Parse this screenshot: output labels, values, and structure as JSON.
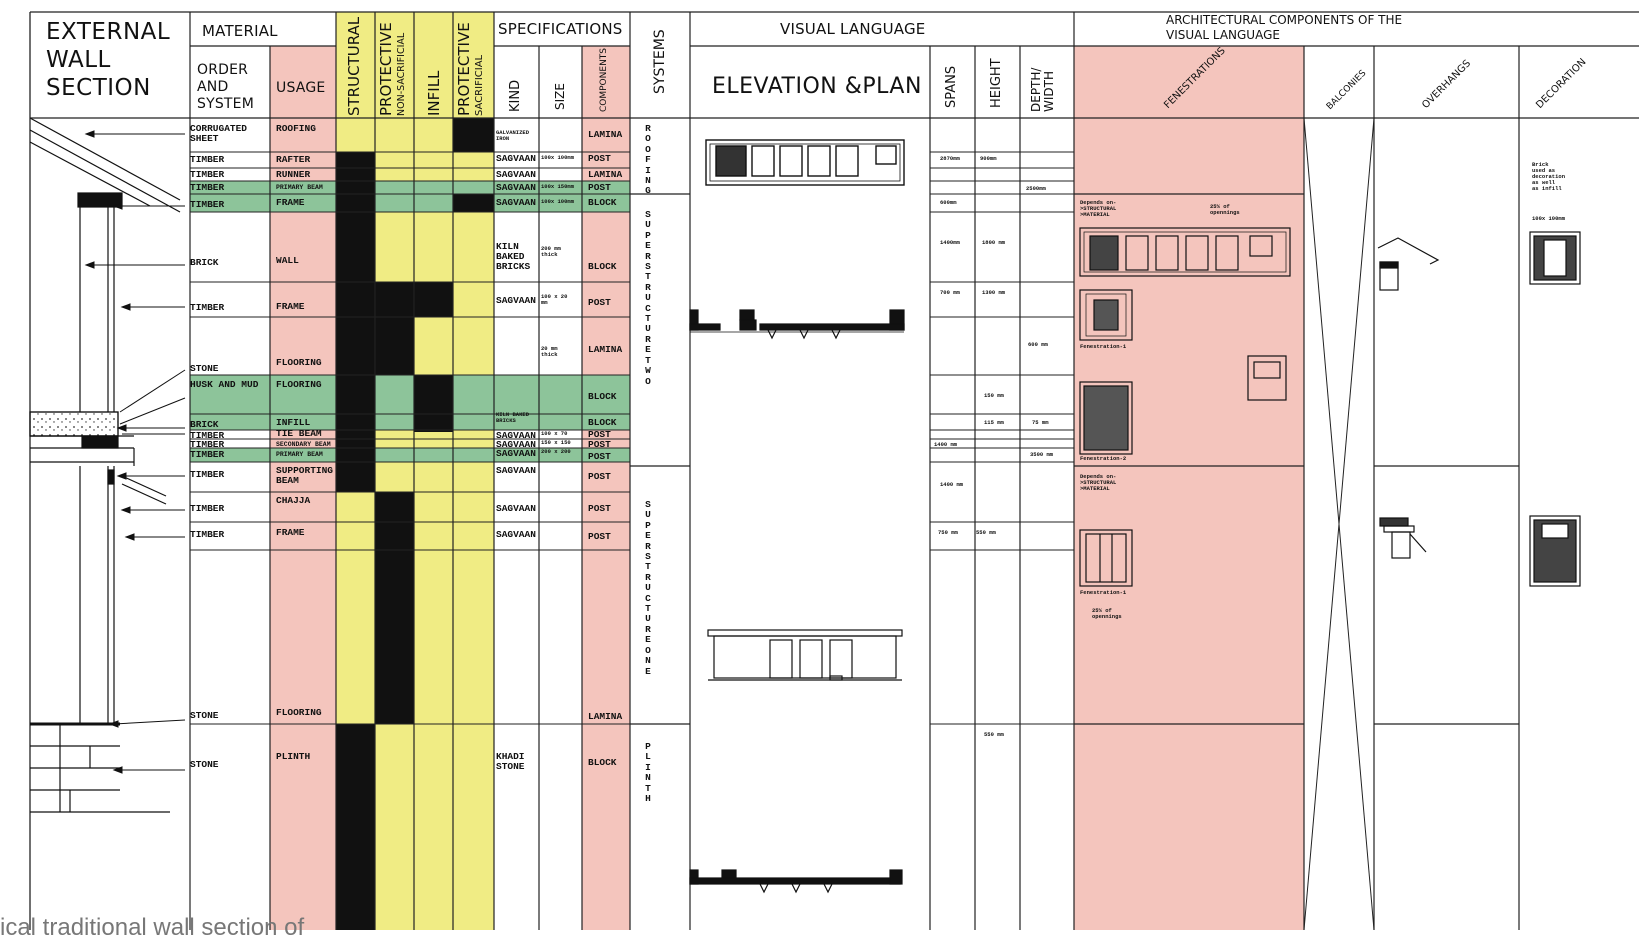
{
  "header": {
    "section_title": "EXTERNAL WALL SECTION",
    "section_title_lines": [
      "EXTERNAL",
      "WALL",
      "SECTION"
    ],
    "material": "MATERIAL",
    "order_and_system": [
      "ORDER",
      "AND",
      "SYSTEM"
    ],
    "usage": "USAGE",
    "structural": "STRUCTURAL",
    "protective": "PROTECTIVE",
    "non_sacrificial": "NON-SACRIFICIAL",
    "infill": "INFILL",
    "sacrificial": "SACRIFICIAL",
    "specifications": "SPECIFICATIONS",
    "kind": "KIND",
    "size": "SIZE",
    "components": "COMPONENTS",
    "systems": "SYSTEMS",
    "visual_language": "VISUAL LANGUAGE",
    "elevation_plan": "ELEVATION &PLAN",
    "spans": "SPANS",
    "height": "HEIGHT",
    "depth_width": [
      "DEPTH/",
      "WIDTH"
    ],
    "arch_components": [
      "ARCHITECTURAL COMPONENTS OF THE",
      "VISUAL LANGUAGE"
    ],
    "fenestrations": "FENESTRATIONS",
    "balconies": "BALCONIES",
    "overhangs": "OVERHANGS",
    "decoration": "DECORATION"
  },
  "rows": [
    {
      "order": "CORRUGATED SHEET",
      "usage": "ROOFING",
      "kind": "GALVANIZED IRON",
      "size": "",
      "component": "LAMINA"
    },
    {
      "order": "TIMBER",
      "usage": "RAFTER",
      "kind": "SAGVAAN",
      "size": "100x 100mm",
      "component": "POST"
    },
    {
      "order": "TIMBER",
      "usage": "RUNNER",
      "kind": "SAGVAAN",
      "size": "",
      "component": "LAMINA"
    },
    {
      "order": "TIMBER",
      "usage": "PRIMARY BEAM",
      "kind": "SAGVAAN",
      "size": "100x 150mm",
      "component": "POST"
    },
    {
      "order": "TIMBER",
      "usage": "FRAME",
      "kind": "SAGVAAN",
      "size": "100x 100mm",
      "component": "BLOCK"
    },
    {
      "order": "BRICK",
      "usage": "WALL",
      "kind": "KILN BAKED BRICKS",
      "size": "200 mm thick",
      "component": "BLOCK"
    },
    {
      "order": "TIMBER",
      "usage": "FRAME",
      "kind": "SAGVAAN",
      "size": "100 x 20 mm",
      "component": "POST"
    },
    {
      "order": "STONE",
      "usage": "FLOORING",
      "kind": "",
      "size": "20 mm thick",
      "component": "LAMINA"
    },
    {
      "order": "HUSK AND MUD",
      "usage": "FLOORING",
      "kind": "",
      "size": "",
      "component": "BLOCK"
    },
    {
      "order": "BRICK",
      "usage": "INFILL",
      "kind": "KILN BAKED BRICKS",
      "size": "",
      "component": "BLOCK"
    },
    {
      "order": "TIMBER",
      "usage": "TIE BEAM",
      "kind": "SAGVAAN",
      "size": "100 x 70",
      "component": "POST"
    },
    {
      "order": "TIMBER",
      "usage": "SECONDARY BEAM",
      "kind": "SAGVAAN",
      "size": "150 x 150",
      "component": "POST"
    },
    {
      "order": "TIMBER",
      "usage": "PRIMARY BEAM",
      "kind": "SAGVAAN",
      "size": "200 x 200",
      "component": "POST"
    },
    {
      "order": "TIMBER",
      "usage": "SUPPORTING BEAM",
      "kind": "SAGVAAN",
      "size": "",
      "component": "POST"
    },
    {
      "order": "TIMBER",
      "usage": "CHAJJA",
      "kind": "SAGVAAN",
      "size": "",
      "component": "POST"
    },
    {
      "order": "TIMBER",
      "usage": "FRAME",
      "kind": "SAGVAAN",
      "size": "",
      "component": "POST"
    },
    {
      "order": "STONE",
      "usage": "FLOORING",
      "kind": "",
      "size": "",
      "component": "LAMINA"
    },
    {
      "order": "STONE",
      "usage": "PLINTH",
      "kind": "KHADI STONE",
      "size": "",
      "component": "BLOCK"
    }
  ],
  "small_size_note": "100x 100mm",
  "systems": {
    "roofing": "ROOFING",
    "superstructure_two": "SUPERSTRUCTURE TWO",
    "superstructure_one": "SUPERSTRUCTURE ONE",
    "plinth": "PLINTH"
  },
  "dimensions": {
    "spans": [
      "2870mm",
      "600mm",
      "1400mm",
      "700 mm",
      "1400 mm",
      "1400 mm",
      "750 mm"
    ],
    "heights": [
      "900mm",
      "1800 mm",
      "1300 mm",
      "150 mm",
      "115 mm",
      "550 mm",
      "550 mm"
    ],
    "depths": [
      "2500mm",
      "600 mm",
      "75 mm",
      "3500 mm"
    ]
  },
  "fenestration_notes": {
    "depends_upper": [
      "Depends on-",
      ">STRUCTURAL",
      ">MATERIAL"
    ],
    "openings_upper": [
      "25% of",
      "opennings"
    ],
    "fen1": "Fenestration-1",
    "fen2": "Fenestration-2",
    "depends_lower": [
      "Depends on-",
      ">STRUCTURAL",
      ">MATERIAL"
    ],
    "fen1_lower": "Fenestration-1",
    "openings_lower": [
      "25% of",
      "opennings"
    ]
  },
  "decoration_note": [
    "Brick",
    "used as",
    "decoration",
    "as well",
    "as infill"
  ],
  "footnote": "ical traditional wall section of",
  "colors": {
    "pink": "#f4c5bd",
    "yellow": "#f0ec84",
    "green": "#8dc49a",
    "black": "#111111",
    "grid": "#222222"
  }
}
